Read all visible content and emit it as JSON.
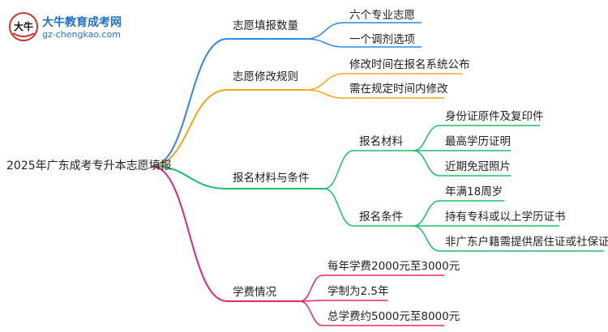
{
  "logo": {
    "title": "大牛教育成考网",
    "url": "gz-chengkao.com",
    "badge_text": "大牛"
  },
  "mindmap": {
    "root": "2025年广东成考专升本志愿填报",
    "branches": [
      {
        "label": "志愿填报数量",
        "color": "#2f86e8",
        "children": [
          {
            "label": "六个专业志愿"
          },
          {
            "label": "一个调剂选项"
          }
        ]
      },
      {
        "label": "志愿修改规则",
        "color": "#f0a818",
        "children": [
          {
            "label": "修改时间在报名系统公布"
          },
          {
            "label": "需在规定时间内修改"
          }
        ]
      },
      {
        "label": "报名材料与条件",
        "color": "#1cbf6a",
        "children": [
          {
            "label": "报名材料",
            "children": [
              {
                "label": "身份证原件及复印件"
              },
              {
                "label": "最高学历证明"
              },
              {
                "label": "近期免冠照片"
              }
            ]
          },
          {
            "label": "报名条件",
            "children": [
              {
                "label": "年满18周岁"
              },
              {
                "label": "持有专科或以上学历证书"
              },
              {
                "label": "非广东户籍需提供居住证或社保证明"
              }
            ]
          }
        ]
      },
      {
        "label": "学费情况",
        "color": "#e0277a",
        "children": [
          {
            "label": "每年学费2000元至3000元"
          },
          {
            "label": "学制为2.5年"
          },
          {
            "label": "总学费约5000元至8000元"
          }
        ]
      }
    ]
  }
}
